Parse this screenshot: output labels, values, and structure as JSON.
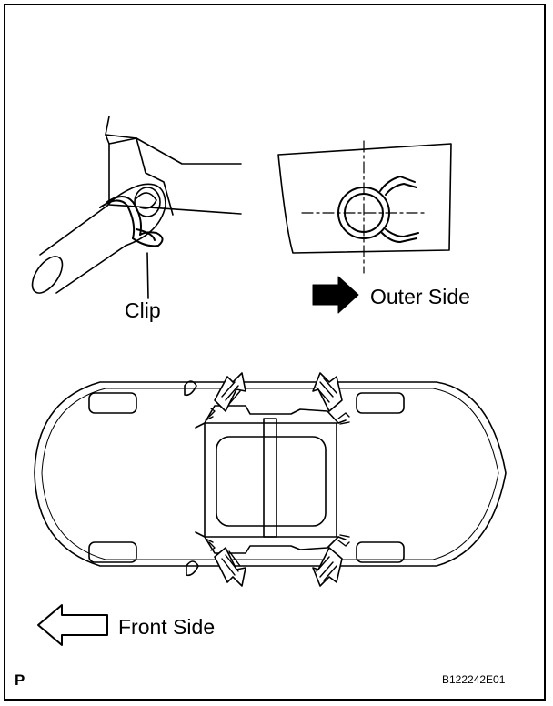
{
  "labels": {
    "clip": "Clip",
    "outer_side": "Outer Side",
    "front_side": "Front Side",
    "corner_mark": "P",
    "figure_code": "B122242E01"
  },
  "icons": {
    "outer_side_arrow": "solid-arrow-right-icon",
    "front_side_arrow": "outline-arrow-left-icon"
  },
  "colors": {
    "line": "#000000",
    "background": "#ffffff"
  }
}
